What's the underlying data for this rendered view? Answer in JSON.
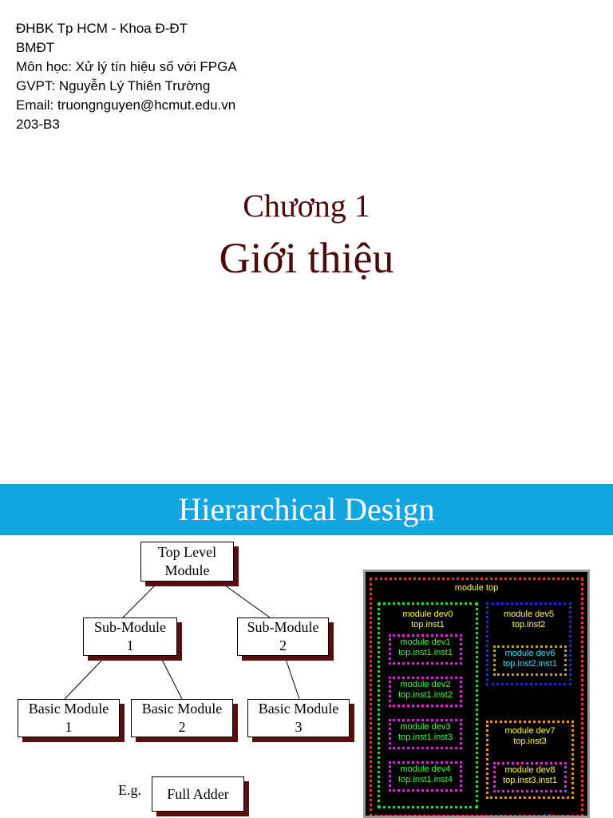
{
  "slide1": {
    "header_lines": [
      "ĐHBK Tp HCM - Khoa Đ-ĐT",
      "BMĐT",
      "Môn học: Xử lý tín hiệu số  với FPGA",
      "GVPT: Nguyễn Lý Thiên Trường",
      "Email: truongnguyen@hcmut.edu.vn",
      "203-B3"
    ],
    "chapter": "Chương 1",
    "title": "Giới thiệu"
  },
  "slide2": {
    "title": "Hierarchical Design",
    "tree": {
      "top": [
        "Top Level",
        "Module"
      ],
      "sub1": [
        "Sub-Module",
        "1"
      ],
      "sub2": [
        "Sub-Module",
        "2"
      ],
      "basic1": [
        "Basic Module",
        "1"
      ],
      "basic2": [
        "Basic Module",
        "2"
      ],
      "basic3": [
        "Basic Module",
        "3"
      ],
      "eg_label": "E.g.",
      "full_adder": "Full Adder"
    },
    "diagram": {
      "top": [
        "module top"
      ],
      "dev0": [
        "module dev0",
        "top.inst1"
      ],
      "dev1": [
        "module dev1",
        "top.inst1.inst1"
      ],
      "dev2": [
        "module dev2",
        "top.inst1.inst2"
      ],
      "dev3": [
        "module dev3",
        "top.inst1.inst3"
      ],
      "dev4": [
        "module dev4",
        "top.inst1.inst4"
      ],
      "dev5": [
        "module dev5",
        "top.inst2"
      ],
      "dev6": [
        "module dev6",
        "top.inst2.inst1"
      ],
      "dev7": [
        "module dev7",
        "top.inst3"
      ],
      "dev8": [
        "module dev8",
        "top.inst3.inst1"
      ],
      "watermark": "www.asic-world.com"
    },
    "colors": {
      "banner": "#14a6e3",
      "shadow": "#5a0f0f",
      "chapter_text": "#4a0a0a",
      "top_border": "#ff2a2a",
      "dev0_border": "#22dd22",
      "dev_inner_border": "#dd22dd",
      "dev5_border": "#2222ff",
      "dev6_border": "#b8a030",
      "dev7_border": "#ff8c00",
      "yellow_text": "#ffff33",
      "green_text": "#33ff33",
      "cyan_text": "#33ddff"
    }
  }
}
